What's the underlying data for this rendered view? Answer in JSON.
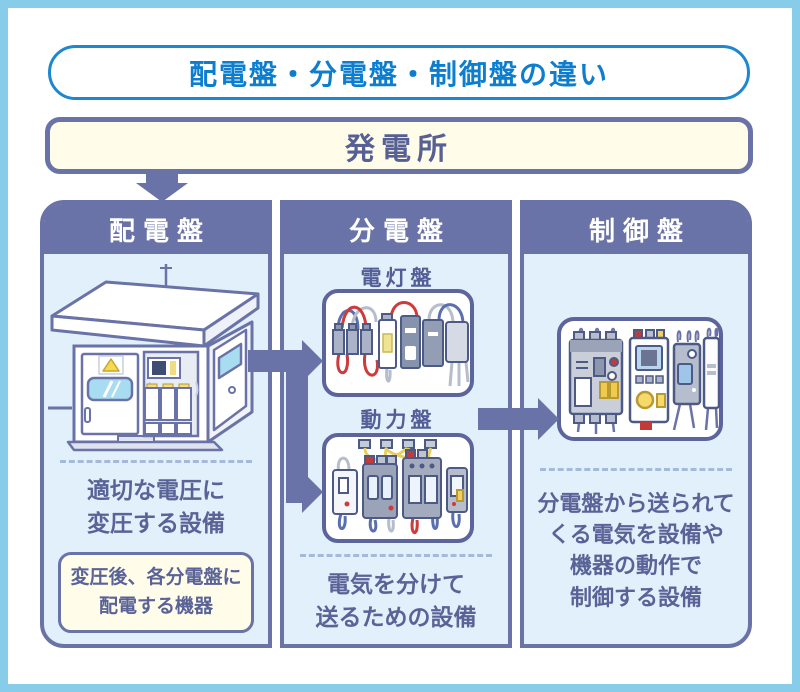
{
  "title": "配電盤・分電盤・制御盤の違い",
  "source_box": {
    "label": "発電所"
  },
  "columns": {
    "distribution": {
      "header": "配電盤",
      "description": "適切な電圧に\n変圧する設備",
      "note": "変圧後、各分電盤に\n配電する機器"
    },
    "panelboard": {
      "header": "分電盤",
      "sub_panels": {
        "lighting": "電灯盤",
        "power": "動力盤"
      },
      "description": "電気を分けて\n送るための設備"
    },
    "control": {
      "header": "制御盤",
      "description": "分電盤から送られて\nくる電気を設備や\n機器の動作で\n制御する設備"
    }
  },
  "colors": {
    "frame_blue": "#87cdea",
    "title_blue": "#0d7dce",
    "slate": "#6a73a7",
    "slate_text": "#5a6397",
    "cream": "#fffdea",
    "column_bg": "#e2f0fb",
    "wire_red": "#cf3a3a",
    "wire_blue": "#5b6fae",
    "wire_yellow": "#e6cf5e"
  }
}
